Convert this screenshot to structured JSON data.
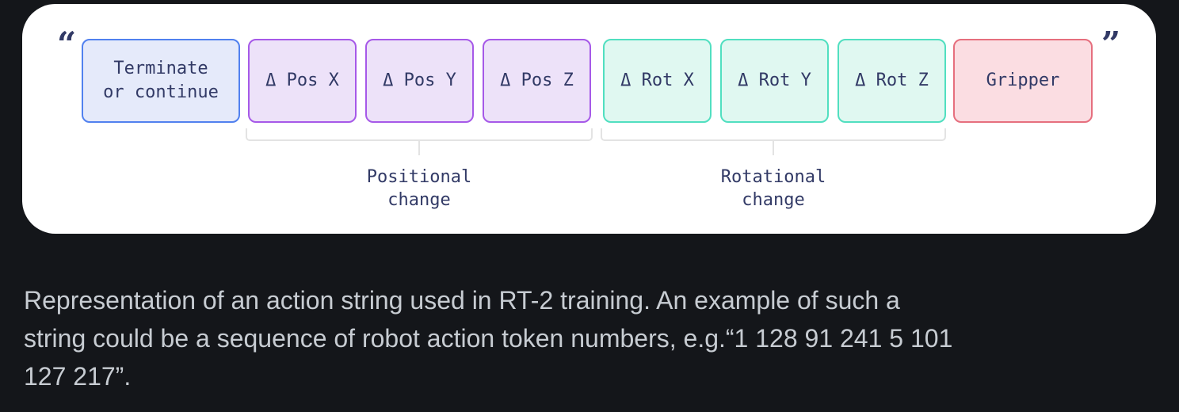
{
  "figure": {
    "open_quote": "“",
    "close_quote": "”",
    "tokens": [
      {
        "id": "terminate",
        "group": "terminate",
        "lines": [
          "Terminate",
          "or continue"
        ]
      },
      {
        "id": "pos-x",
        "group": "position",
        "lines": [
          "Δ Pos X"
        ]
      },
      {
        "id": "pos-y",
        "group": "position",
        "lines": [
          "Δ Pos Y"
        ]
      },
      {
        "id": "pos-z",
        "group": "position",
        "lines": [
          "Δ Pos Z"
        ]
      },
      {
        "id": "rot-x",
        "group": "rotation",
        "lines": [
          "Δ Rot X"
        ]
      },
      {
        "id": "rot-y",
        "group": "rotation",
        "lines": [
          "Δ Rot Y"
        ]
      },
      {
        "id": "rot-z",
        "group": "rotation",
        "lines": [
          "Δ Rot Z"
        ]
      },
      {
        "id": "gripper",
        "group": "gripper",
        "lines": [
          "Gripper"
        ]
      }
    ],
    "brackets": [
      {
        "id": "positional",
        "lines": [
          "Positional",
          "change"
        ]
      },
      {
        "id": "rotational",
        "lines": [
          "Rotational",
          "change"
        ]
      }
    ]
  },
  "caption": {
    "lines": [
      "Representation of an action string used in RT-2 training. An example of such a",
      "string could be a sequence of robot action token numbers, e.g.“1 128 91 241 5 101",
      "127 217”."
    ]
  },
  "colors": {
    "page_background": "#14161a",
    "card_background": "#ffffff",
    "terminate_fill": "#e5eafa",
    "terminate_border": "#5181ef",
    "position_fill": "#ede2f9",
    "position_border": "#a659e8",
    "rotation_fill": "#e0f8f1",
    "rotation_border": "#51dfc0",
    "gripper_fill": "#fbdde2",
    "gripper_border": "#e66f7e",
    "token_text": "#323a66",
    "bracket_line": "#e3e3e3",
    "caption_text": "#c7ccd2"
  }
}
